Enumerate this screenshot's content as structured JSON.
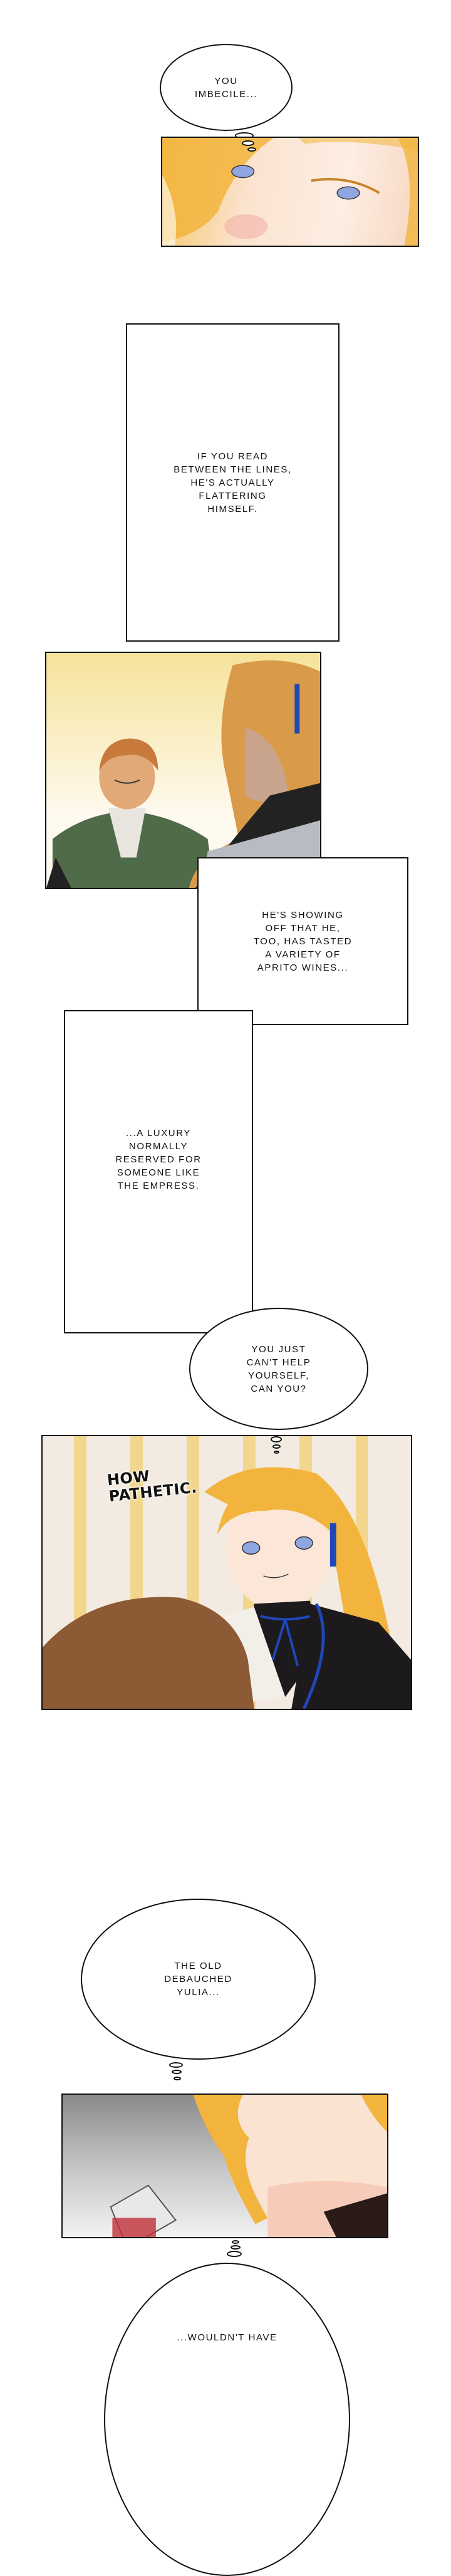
{
  "bubbles": {
    "b1": "You\nimbecile...",
    "b2": "You just\ncan't help\nyourself,\ncan you?",
    "b3": "The old\ndebauched\nYulia...",
    "b4": "...wouldn't have"
  },
  "narration": {
    "n1": "If you read\nbetween the lines,\nhe's actually\nflattering\nhimself.",
    "n2": "He's showing\noff that he,\ntoo, has tasted\na variety of\nAprito wines...",
    "n3": "...a luxury\nnormally\nreserved for\nsomeone like\nthe Empress."
  },
  "sfx": {
    "how_pathetic": "HOW\nPATHETIC."
  },
  "colors": {
    "blonde_hair": "#f2b43c",
    "skin": "#fbe6d8",
    "ribbon_blue": "#1f47b8",
    "panel2_bg": "#f8e7a6",
    "border": "#111111"
  }
}
